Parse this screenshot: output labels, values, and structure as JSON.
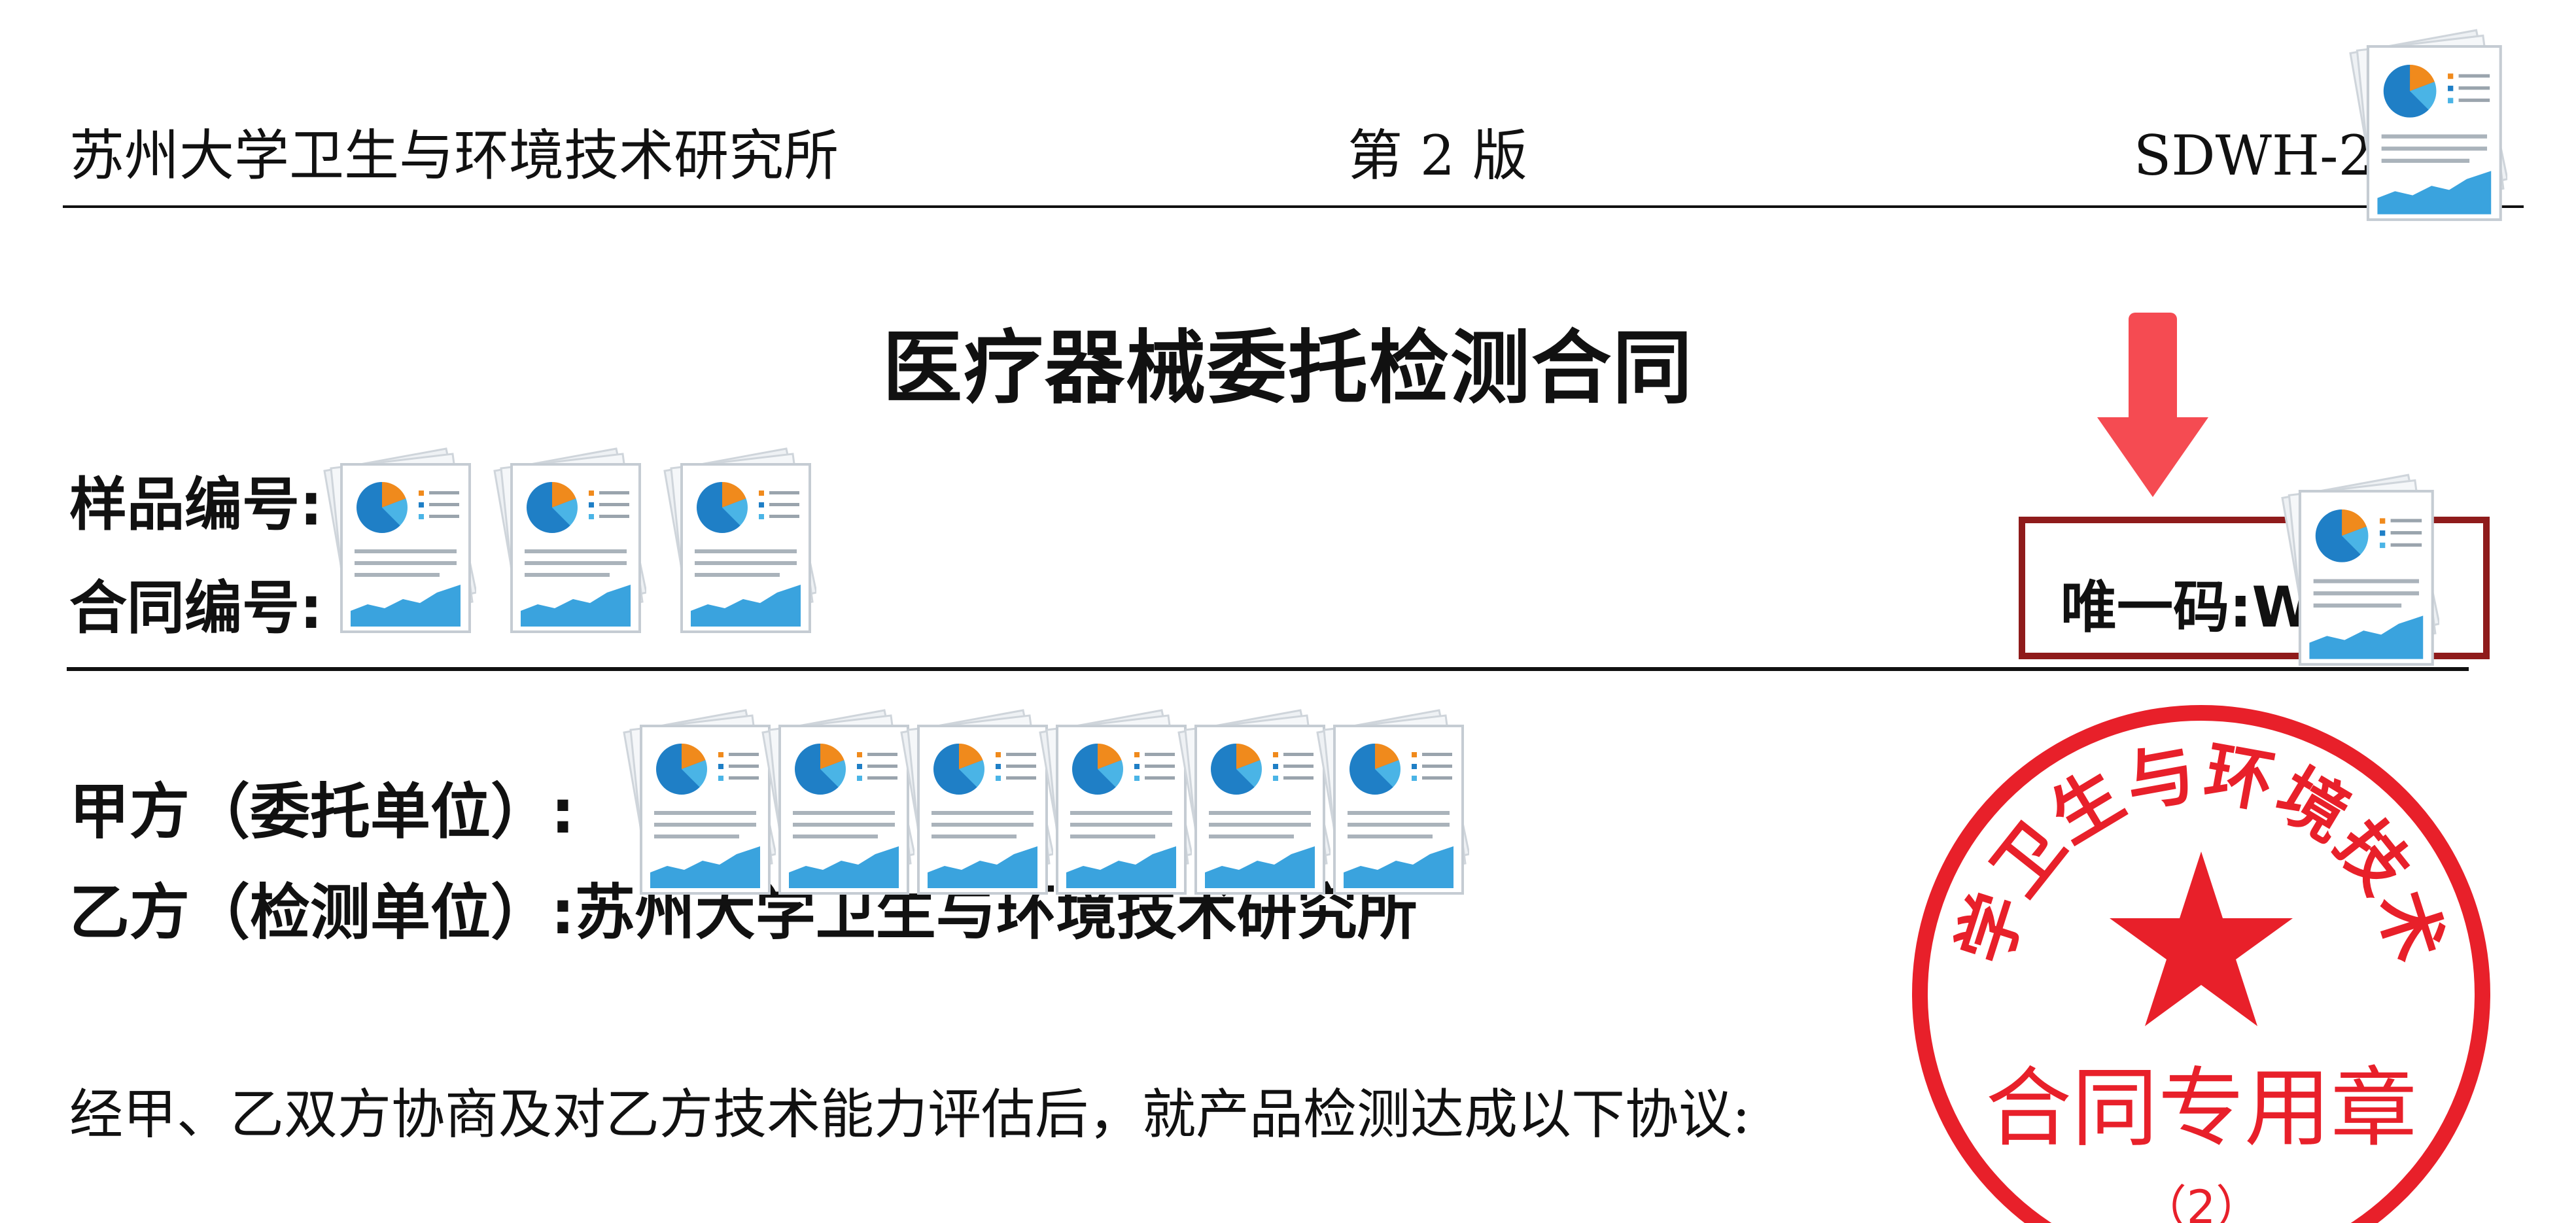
{
  "header": {
    "institution": "苏州大学卫生与环境技术研究所",
    "version": "第 2 版",
    "doc_code": "SDWH-2"
  },
  "title": "医疗器械委托检测合同",
  "fields": {
    "sample_label": "样品编号:",
    "contract_label": "合同编号:"
  },
  "unique_code": {
    "label": "唯一码:",
    "visible_value": "W"
  },
  "parties": {
    "party_a_label": "甲方（委托单位）:",
    "party_b_label": "乙方（检测单位）:",
    "party_b_name": "苏州大学卫生与环境技术研究所"
  },
  "agreement_text": "经甲、乙双方协商及对乙方技术能力评估后，就产品检测达成以下协议:",
  "seal": {
    "ring_text": "苏州大学卫生与环境技术研究所",
    "center_text": "合同专用章",
    "bottom_text": "（2）"
  },
  "colors": {
    "seal_red": "#e8202a",
    "box_border": "#8f1b1b",
    "arrow_red": "#f54b52",
    "icon_blue": "#1f7fc6",
    "icon_orange": "#f08a1c"
  },
  "icons": {
    "redaction": "document-chart-icon",
    "pointer": "red-arrow-icon",
    "seal": "official-seal-icon"
  }
}
